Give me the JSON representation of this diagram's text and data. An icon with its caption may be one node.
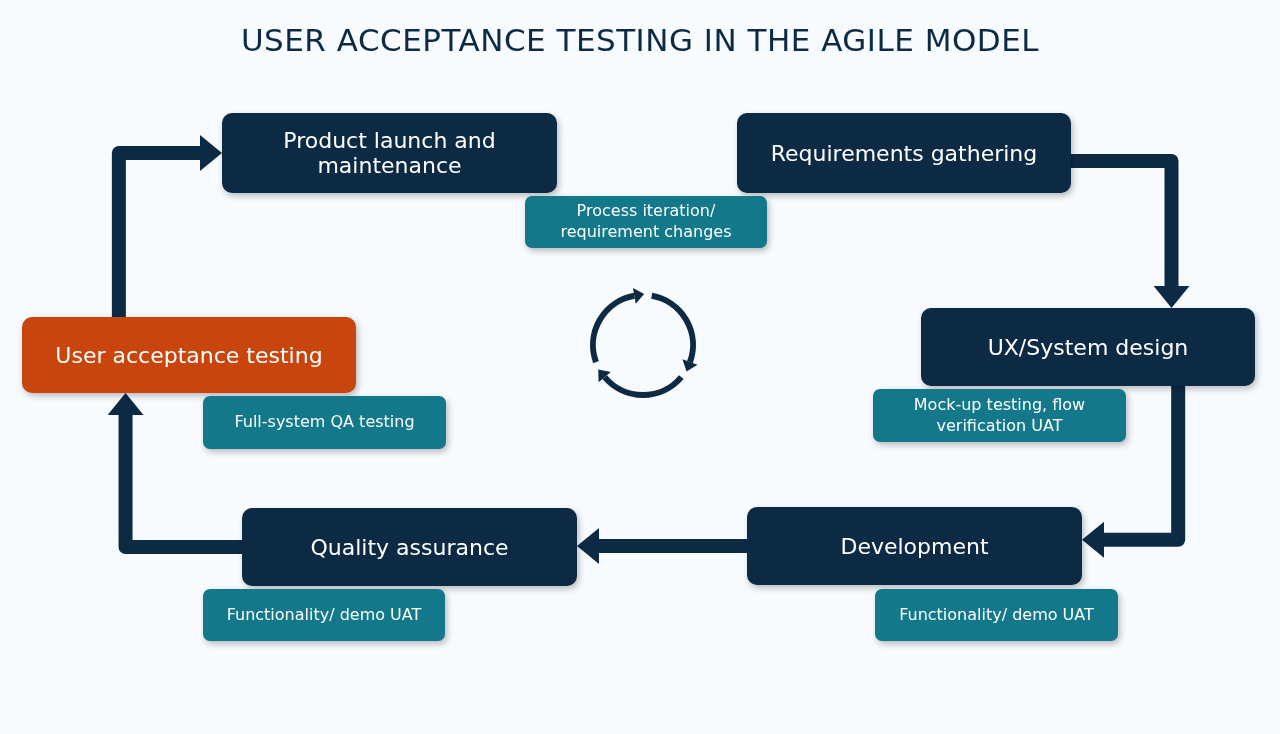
{
  "diagram": {
    "title": "USER ACCEPTANCE TESTING IN THE AGILE MODEL",
    "nodes": [
      {
        "text": [
          "Product launch and maintenance"
        ]
      },
      {
        "text": [
          "Process iteration/ requirement changes"
        ]
      },
      {
        "text": [
          "Requirements gathering"
        ]
      },
      {
        "text": [
          "UX/System design"
        ]
      },
      {
        "text": [
          "Mock-up testing, flow verification UAT"
        ]
      },
      {
        "text": [
          "Development"
        ]
      },
      {
        "text": [
          "Functionality/ demo UAT"
        ]
      },
      {
        "text": [
          "Quality assurance"
        ]
      },
      {
        "text": [
          "Functionality/ demo UAT"
        ]
      },
      {
        "text": [
          "User acceptance testing"
        ]
      },
      {
        "text": [
          "Full-system QA testing"
        ]
      }
    ],
    "edges": [
      {
        "from": 2,
        "to": 3,
        "arrow": "to"
      },
      {
        "from": 3,
        "to": 5,
        "arrow": "to"
      },
      {
        "from": 5,
        "to": 7,
        "arrow": "to"
      },
      {
        "from": 7,
        "to": 9,
        "arrow": "to"
      },
      {
        "from": 9,
        "to": 0,
        "arrow": "to"
      }
    ]
  }
}
